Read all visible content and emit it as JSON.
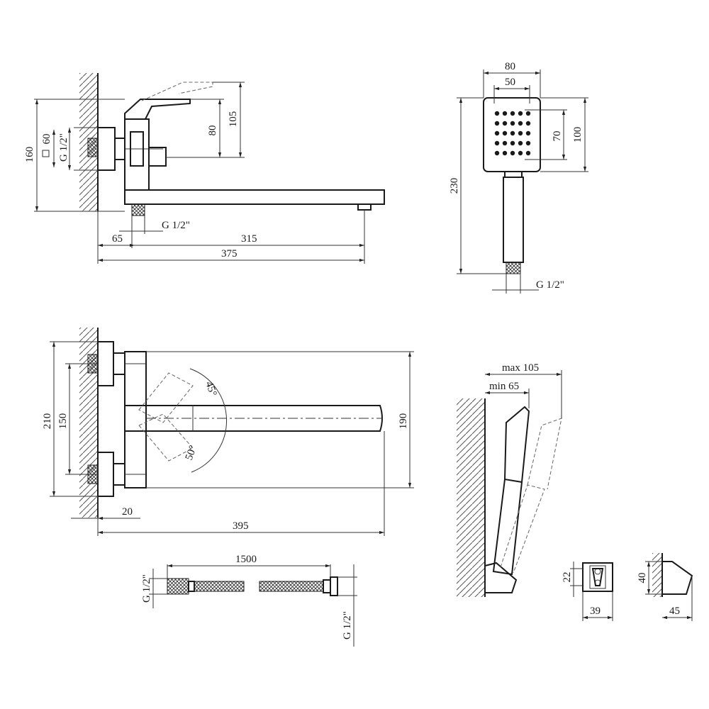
{
  "dimensions": {
    "side_height_total": "160",
    "side_flange_square": "60",
    "side_thread_inlet": "G 1/2\"",
    "side_handle_height_80": "80",
    "side_handle_height_105": "105",
    "side_thread_outlet": "G 1/2\"",
    "side_width_65": "65",
    "side_width_315": "315",
    "side_width_375": "375",
    "shower_width_80": "80",
    "shower_width_50": "50",
    "shower_height_70": "70",
    "shower_height_100": "100",
    "shower_length_230": "230",
    "shower_thread": "G 1/2\"",
    "top_height_210": "210",
    "top_height_150": "150",
    "top_height_190": "190",
    "top_angle_45": "45°",
    "top_angle_50": "50°",
    "top_width_20": "20",
    "top_width_395": "395",
    "hose_length": "1500",
    "hose_thread_left": "G 1/2\"",
    "hose_thread_right": "G 1/2\"",
    "holder_max": "max 105",
    "holder_min": "min 65",
    "bracket_height_22": "22",
    "bracket_width_39": "39",
    "bracket_height_40": "40",
    "bracket_width_45": "45"
  }
}
